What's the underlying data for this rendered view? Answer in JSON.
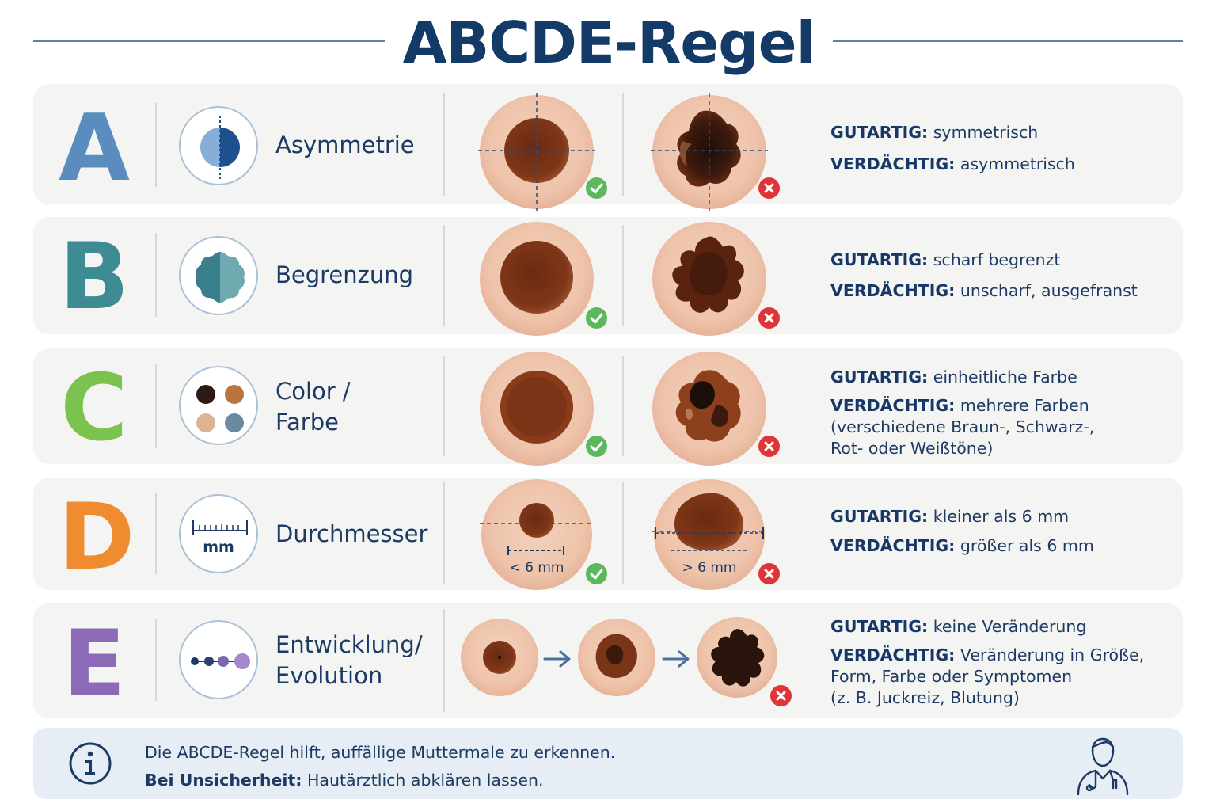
{
  "title": "ABCDE-Regel",
  "colors": {
    "navy": "#173866",
    "letter_a": "#5b8cc0",
    "letter_b": "#3d8c93",
    "letter_c": "#7cc24f",
    "letter_d": "#ee8c2f",
    "letter_e": "#8d6ab8",
    "benign_badge": "#5cb85c",
    "suspicious_badge": "#e0343b"
  },
  "rows": [
    {
      "letter": "A",
      "label_lines": [
        "Asymmetrie"
      ],
      "icon": "half-circle-icon",
      "benign_key": "GUTARTIG:",
      "benign_text": " symmetrisch",
      "suspicious_key": "VERDÄCHTIG:",
      "suspicious_text": " asymmetrisch"
    },
    {
      "letter": "B",
      "label_lines": [
        "Begrenzung"
      ],
      "icon": "wavy-border-icon",
      "benign_key": "GUTARTIG:",
      "benign_text": " scharf begrenzt",
      "suspicious_key": "VERDÄCHTIG:",
      "suspicious_text": " unscharf, ausgefranst"
    },
    {
      "letter": "C",
      "label_lines": [
        "Color /",
        "Farbe"
      ],
      "icon": "color-dots-icon",
      "benign_key": "GUTARTIG:",
      "benign_text": " einheitliche Farbe",
      "suspicious_key": "VERDÄCHTIG:",
      "suspicious_text": " mehrere Farben",
      "suspicious_more": [
        "(verschiedene Braun-, Schwarz-,",
        "Rot- oder Weißtöne)"
      ]
    },
    {
      "letter": "D",
      "label_lines": [
        "Durchmesser"
      ],
      "icon": "ruler-icon",
      "icon_text": "mm",
      "benign_measure": "< 6 mm",
      "suspicious_measure": "> 6 mm",
      "benign_key": "GUTARTIG:",
      "benign_text": " kleiner als 6 mm",
      "suspicious_key": "VERDÄCHTIG:",
      "suspicious_text": " größer als 6 mm"
    },
    {
      "letter": "E",
      "label_lines": [
        "Entwicklung/",
        "Evolution"
      ],
      "icon": "evolution-dots-icon",
      "benign_key": "GUTARTIG:",
      "benign_text": " keine Veränderung",
      "suspicious_key": "VERDÄCHTIG:",
      "suspicious_text": " Veränderung in Größe,",
      "suspicious_more": [
        "Form, Farbe oder Symptomen",
        "(z. B. Juckreiz, Blutung)"
      ]
    }
  ],
  "info": {
    "icon": "info-icon",
    "line1": "Die ABCDE-Regel hilft, auffällige Muttermale zu erkennen.",
    "line2_key": "Bei Unsicherheit:",
    "line2_text": " Hautärztlich abklären lassen.",
    "doctor_icon": "doctor-icon"
  }
}
